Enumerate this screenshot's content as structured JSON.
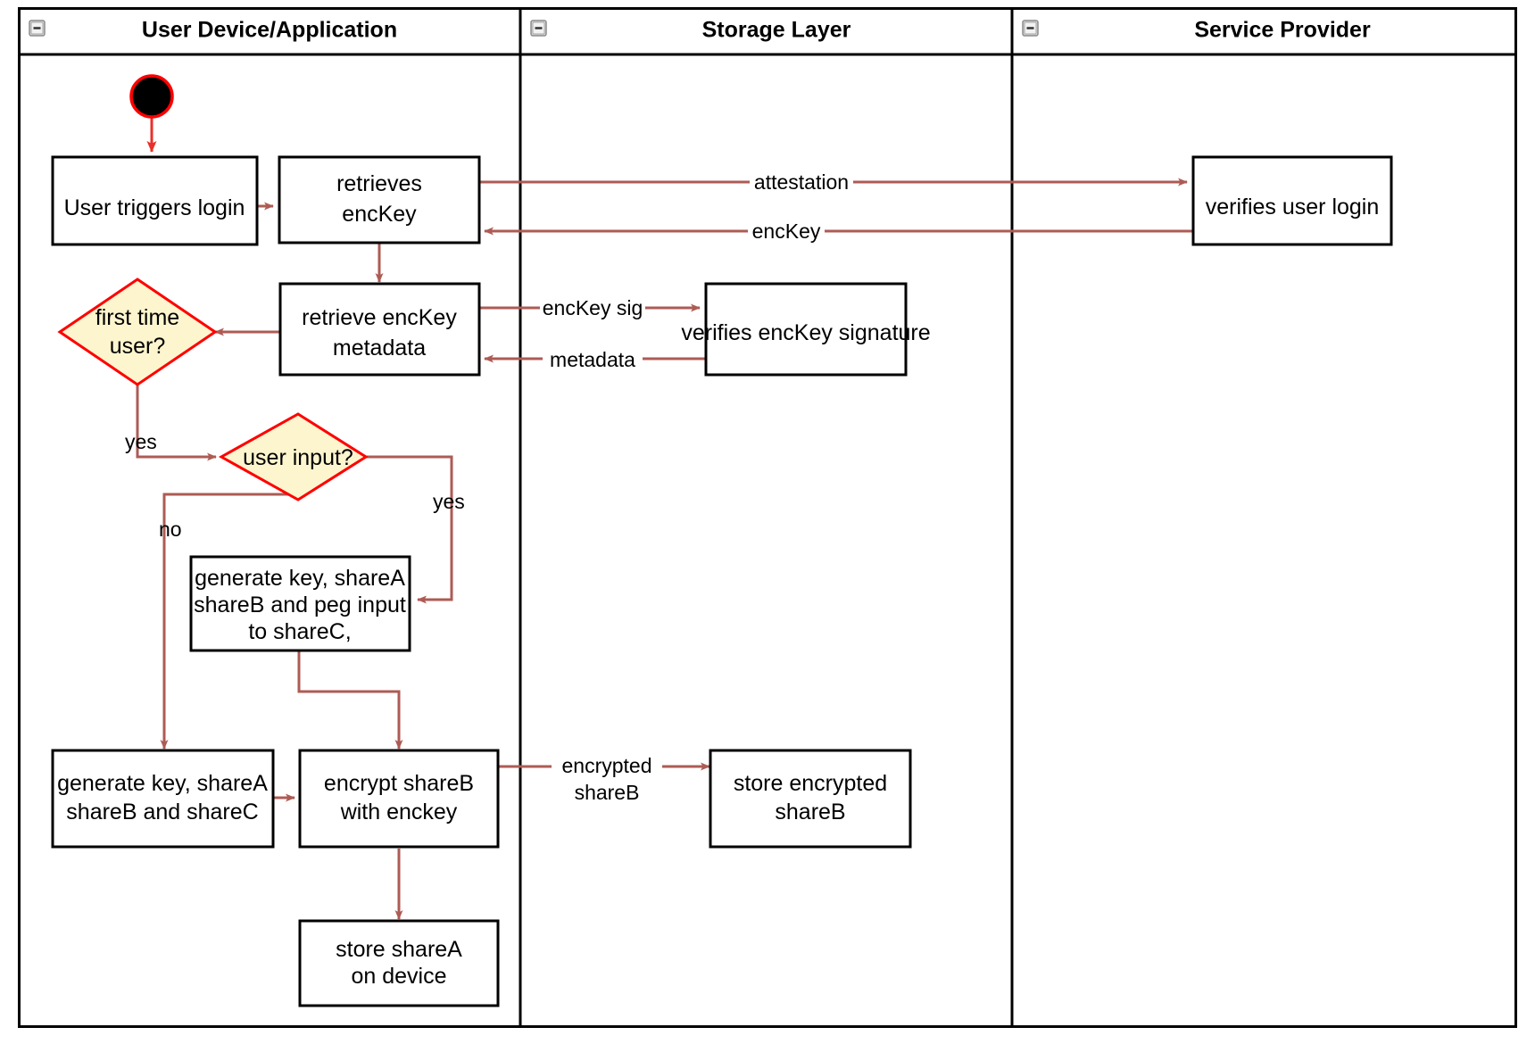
{
  "diagram": {
    "kind": "uml-activity-swimlane",
    "title_bar_present": true,
    "colors": {
      "flow_arrow": "#ad5b54",
      "start_arrow": "#e8312a",
      "decision_fill": "#fdf5ce",
      "decision_stroke": "#ff0000",
      "node_stroke": "#000000",
      "node_fill": "#ffffff",
      "lane_border": "#000000"
    }
  },
  "lanes": [
    {
      "id": "user-device",
      "label": "User Device/Application",
      "collapse_icon": "minus-icon"
    },
    {
      "id": "storage-layer",
      "label": "Storage Layer",
      "collapse_icon": "minus-icon"
    },
    {
      "id": "service-provider",
      "label": "Service Provider",
      "collapse_icon": "minus-icon"
    }
  ],
  "nodes": {
    "start": {
      "type": "start-node",
      "label": ""
    },
    "user_triggers_login": {
      "type": "activity",
      "lane": "user-device",
      "lines": [
        "User triggers login"
      ]
    },
    "retrieves_enckey": {
      "type": "activity",
      "lane": "user-device",
      "lines": [
        "retrieves",
        "encKey"
      ]
    },
    "retrieve_enckey_metadata": {
      "type": "activity",
      "lane": "user-device",
      "lines": [
        "retrieve encKey",
        "metadata"
      ]
    },
    "first_time_user": {
      "type": "decision",
      "lane": "user-device",
      "lines": [
        "first time",
        "user?"
      ]
    },
    "user_input": {
      "type": "decision",
      "lane": "user-device",
      "lines": [
        "user input?"
      ]
    },
    "generate_key_peg": {
      "type": "activity",
      "lane": "user-device",
      "lines": [
        "generate key, shareA",
        "shareB and peg input",
        "to shareC,"
      ]
    },
    "generate_key_shares": {
      "type": "activity",
      "lane": "user-device",
      "lines": [
        "generate key, shareA",
        "shareB and shareC"
      ]
    },
    "encrypt_shareb": {
      "type": "activity",
      "lane": "user-device",
      "lines": [
        "encrypt shareB",
        "with enckey"
      ]
    },
    "store_sharea": {
      "type": "activity",
      "lane": "user-device",
      "lines": [
        "store shareA",
        "on device"
      ]
    },
    "verifies_enckey_signature": {
      "type": "activity",
      "lane": "storage-layer",
      "lines": [
        "verifies encKey signature"
      ]
    },
    "store_encrypted_shareb": {
      "type": "activity",
      "lane": "storage-layer",
      "lines": [
        "store encrypted",
        "shareB"
      ]
    },
    "verifies_user_login": {
      "type": "activity",
      "lane": "service-provider",
      "lines": [
        "verifies user login"
      ]
    }
  },
  "edge_labels": {
    "attestation": "attestation",
    "enckey": "encKey",
    "enckey_sig": "encKey sig",
    "metadata": "metadata",
    "yes_first_time": "yes",
    "yes_user_input": "yes",
    "no_user_input": "no",
    "encrypted_shareb_1": "encrypted",
    "encrypted_shareb_2": "shareB"
  }
}
